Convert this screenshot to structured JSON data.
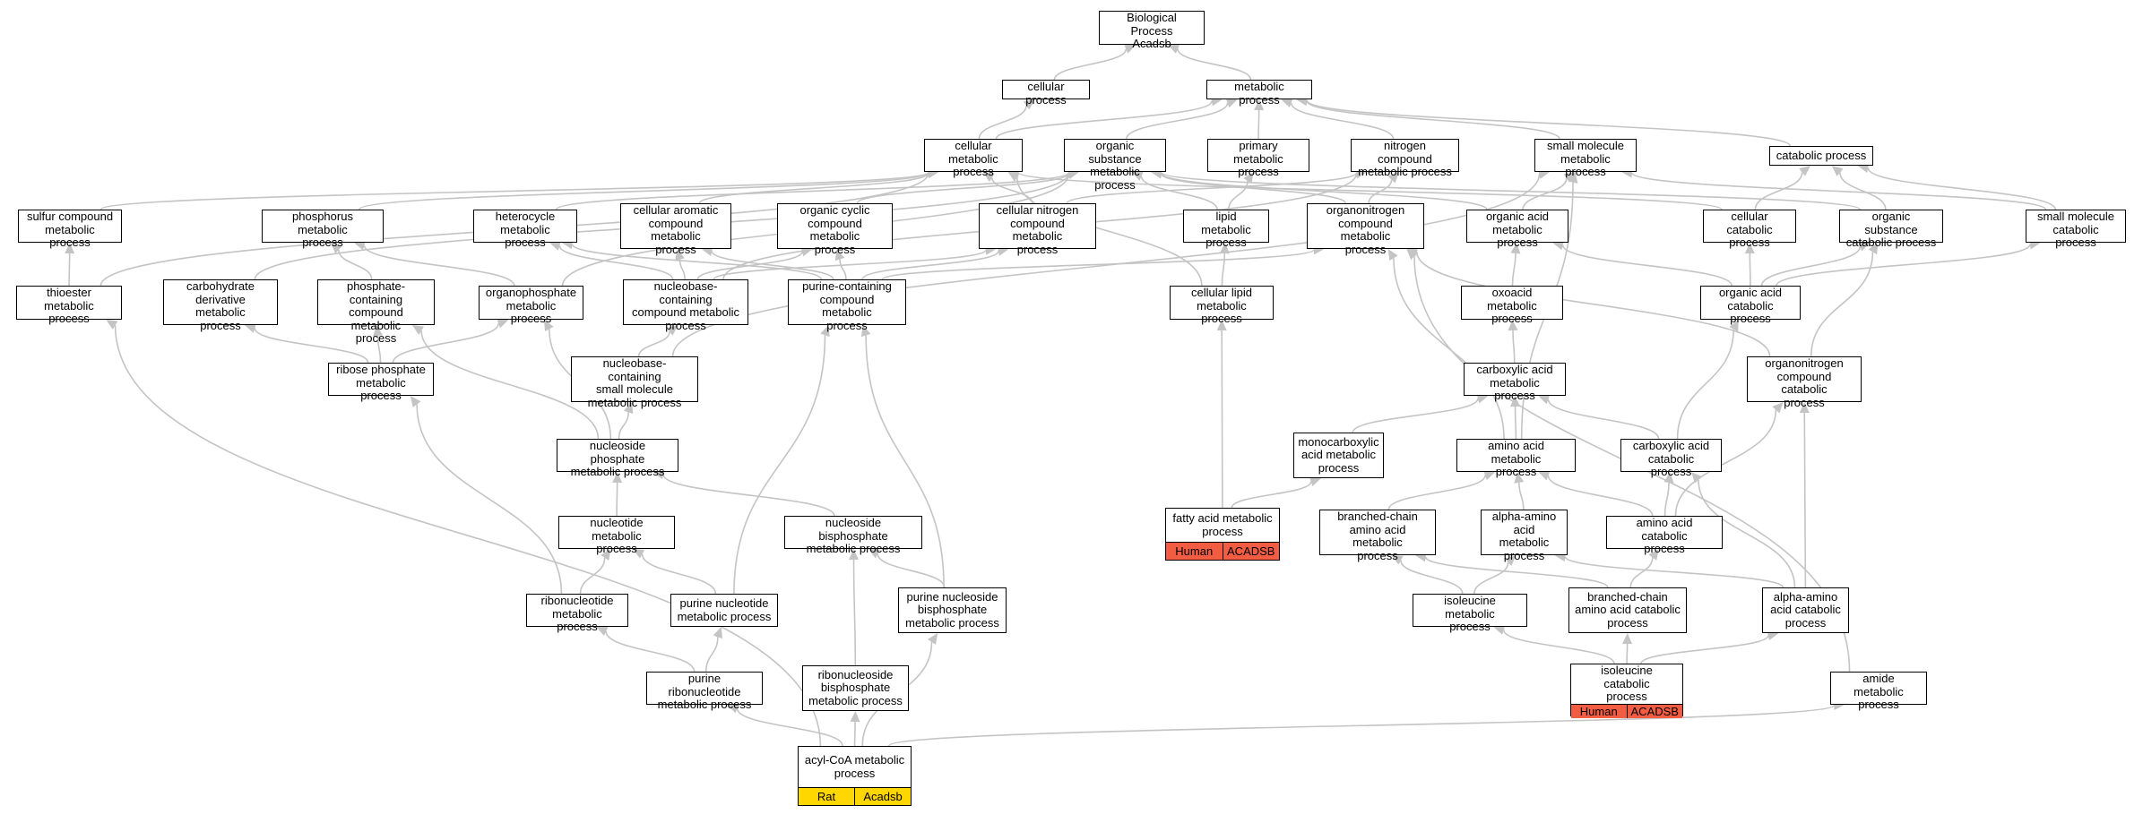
{
  "graph": {
    "colors": {
      "edge": "#c4c4c4",
      "human_annotation": "#f25c43",
      "rat_annotation": "#ffd700",
      "node_border": "#000000"
    },
    "nodes": [
      {
        "id": "root",
        "label": "Biological Process\nAcadsb"
      },
      {
        "id": "cellular_process",
        "label": "cellular process"
      },
      {
        "id": "metabolic_process",
        "label": "metabolic process"
      },
      {
        "id": "cellular_metabolic",
        "label": "cellular metabolic\nprocess"
      },
      {
        "id": "organic_substance_metabolic",
        "label": "organic substance\nmetabolic process"
      },
      {
        "id": "primary_metabolic",
        "label": "primary metabolic\nprocess"
      },
      {
        "id": "nitrogen_compound_metabolic",
        "label": "nitrogen compound\nmetabolic process"
      },
      {
        "id": "small_molecule_metabolic",
        "label": "small molecule\nmetabolic process"
      },
      {
        "id": "catabolic_process",
        "label": "catabolic process"
      },
      {
        "id": "sulfur_compound",
        "label": "sulfur compound\nmetabolic process"
      },
      {
        "id": "phosphorus_metabolic",
        "label": "phosphorus metabolic\nprocess"
      },
      {
        "id": "heterocycle_metabolic",
        "label": "heterocycle\nmetabolic process"
      },
      {
        "id": "cellular_aromatic",
        "label": "cellular aromatic\ncompound metabolic\nprocess"
      },
      {
        "id": "organic_cyclic",
        "label": "organic cyclic\ncompound metabolic\nprocess"
      },
      {
        "id": "cellular_nitrogen",
        "label": "cellular nitrogen\ncompound metabolic\nprocess"
      },
      {
        "id": "lipid_metabolic",
        "label": "lipid metabolic\nprocess"
      },
      {
        "id": "organonitrogen_metabolic",
        "label": "organonitrogen\ncompound metabolic\nprocess"
      },
      {
        "id": "organic_acid_metabolic",
        "label": "organic acid\nmetabolic process"
      },
      {
        "id": "cellular_catabolic",
        "label": "cellular catabolic\nprocess"
      },
      {
        "id": "organic_substance_catabolic",
        "label": "organic substance\ncatabolic process"
      },
      {
        "id": "small_molecule_catabolic",
        "label": "small molecule\ncatabolic process"
      },
      {
        "id": "thioester_metabolic",
        "label": "thioester metabolic\nprocess"
      },
      {
        "id": "carbohydrate_derivative",
        "label": "carbohydrate\nderivative metabolic\nprocess"
      },
      {
        "id": "phosphate_containing",
        "label": "phosphate-containing\ncompound metabolic\nprocess"
      },
      {
        "id": "organophosphate",
        "label": "organophosphate\nmetabolic process"
      },
      {
        "id": "nucleobase_containing",
        "label": "nucleobase-containing\ncompound metabolic\nprocess"
      },
      {
        "id": "purine_containing",
        "label": "purine-containing\ncompound metabolic\nprocess"
      },
      {
        "id": "cellular_lipid",
        "label": "cellular lipid\nmetabolic process"
      },
      {
        "id": "oxoacid_metabolic",
        "label": "oxoacid metabolic\nprocess"
      },
      {
        "id": "organic_acid_catabolic",
        "label": "organic acid\ncatabolic process"
      },
      {
        "id": "ribose_phosphate",
        "label": "ribose phosphate\nmetabolic process"
      },
      {
        "id": "nucleobase_small_molecule",
        "label": "nucleobase-containing\nsmall molecule\nmetabolic process"
      },
      {
        "id": "carboxylic_acid_metabolic",
        "label": "carboxylic acid\nmetabolic process"
      },
      {
        "id": "organonitrogen_catabolic",
        "label": "organonitrogen\ncompound catabolic\nprocess"
      },
      {
        "id": "nucleoside_phosphate",
        "label": "nucleoside phosphate\nmetabolic process"
      },
      {
        "id": "monocarboxylic_acid",
        "label": "monocarboxylic\nacid metabolic\nprocess"
      },
      {
        "id": "amino_acid_metabolic",
        "label": "amino acid metabolic\nprocess"
      },
      {
        "id": "carboxylic_acid_catabolic",
        "label": "carboxylic acid\ncatabolic process"
      },
      {
        "id": "nucleotide_metabolic",
        "label": "nucleotide metabolic\nprocess"
      },
      {
        "id": "nucleoside_bisphosphate",
        "label": "nucleoside bisphosphate\nmetabolic process"
      },
      {
        "id": "fatty_acid_metabolic",
        "label": "fatty acid metabolic\nprocess",
        "annotations": [
          "Human",
          "ACADSB"
        ],
        "annotation_color": "#f25c43"
      },
      {
        "id": "branched_chain_metabolic",
        "label": "branched-chain\namino acid metabolic\nprocess"
      },
      {
        "id": "alpha_amino_metabolic",
        "label": "alpha-amino\nacid metabolic\nprocess"
      },
      {
        "id": "amino_acid_catabolic",
        "label": "amino acid catabolic\nprocess"
      },
      {
        "id": "ribonucleotide_metabolic",
        "label": "ribonucleotide\nmetabolic process"
      },
      {
        "id": "purine_nucleotide",
        "label": "purine nucleotide\nmetabolic process"
      },
      {
        "id": "purine_nucleoside_bisphosphate",
        "label": "purine nucleoside\nbisphosphate\nmetabolic process"
      },
      {
        "id": "isoleucine_metabolic",
        "label": "isoleucine metabolic\nprocess"
      },
      {
        "id": "branched_chain_catabolic",
        "label": "branched-chain\namino acid catabolic\nprocess"
      },
      {
        "id": "alpha_amino_catabolic",
        "label": "alpha-amino\nacid catabolic\nprocess"
      },
      {
        "id": "purine_ribonucleotide",
        "label": "purine ribonucleotide\nmetabolic process"
      },
      {
        "id": "ribonucleoside_bisphosphate",
        "label": "ribonucleoside\nbisphosphate\nmetabolic process"
      },
      {
        "id": "isoleucine_catabolic",
        "label": "isoleucine catabolic\nprocess",
        "annotations": [
          "Human",
          "ACADSB"
        ],
        "annotation_color": "#f25c43"
      },
      {
        "id": "amide_metabolic",
        "label": "amide metabolic\nprocess"
      },
      {
        "id": "acyl_coa_metabolic",
        "label": "acyl-CoA metabolic\nprocess",
        "annotations": [
          "Rat",
          "Acadsb"
        ],
        "annotation_color": "#ffd700"
      }
    ],
    "edges": [
      [
        "cellular_process",
        "root"
      ],
      [
        "metabolic_process",
        "root"
      ],
      [
        "cellular_metabolic",
        "cellular_process"
      ],
      [
        "cellular_metabolic",
        "metabolic_process"
      ],
      [
        "organic_substance_metabolic",
        "metabolic_process"
      ],
      [
        "primary_metabolic",
        "metabolic_process"
      ],
      [
        "nitrogen_compound_metabolic",
        "metabolic_process"
      ],
      [
        "small_molecule_metabolic",
        "metabolic_process"
      ],
      [
        "catabolic_process",
        "metabolic_process"
      ],
      [
        "sulfur_compound",
        "cellular_metabolic"
      ],
      [
        "phosphorus_metabolic",
        "cellular_metabolic"
      ],
      [
        "heterocycle_metabolic",
        "organic_substance_metabolic"
      ],
      [
        "cellular_aromatic",
        "cellular_metabolic"
      ],
      [
        "organic_cyclic",
        "organic_substance_metabolic"
      ],
      [
        "cellular_nitrogen",
        "cellular_metabolic"
      ],
      [
        "cellular_nitrogen",
        "nitrogen_compound_metabolic"
      ],
      [
        "lipid_metabolic",
        "organic_substance_metabolic"
      ],
      [
        "lipid_metabolic",
        "primary_metabolic"
      ],
      [
        "organonitrogen_metabolic",
        "organic_substance_metabolic"
      ],
      [
        "organonitrogen_metabolic",
        "nitrogen_compound_metabolic"
      ],
      [
        "organic_acid_metabolic",
        "small_molecule_metabolic"
      ],
      [
        "organic_acid_metabolic",
        "organic_substance_metabolic"
      ],
      [
        "cellular_catabolic",
        "catabolic_process"
      ],
      [
        "cellular_catabolic",
        "cellular_metabolic"
      ],
      [
        "organic_substance_catabolic",
        "catabolic_process"
      ],
      [
        "organic_substance_catabolic",
        "organic_substance_metabolic"
      ],
      [
        "small_molecule_catabolic",
        "catabolic_process"
      ],
      [
        "small_molecule_catabolic",
        "small_molecule_metabolic"
      ],
      [
        "thioester_metabolic",
        "sulfur_compound"
      ],
      [
        "thioester_metabolic",
        "cellular_metabolic"
      ],
      [
        "carbohydrate_derivative",
        "organic_substance_metabolic"
      ],
      [
        "phosphate_containing",
        "phosphorus_metabolic"
      ],
      [
        "organophosphate",
        "phosphorus_metabolic"
      ],
      [
        "organophosphate",
        "organic_substance_metabolic"
      ],
      [
        "nucleobase_containing",
        "heterocycle_metabolic"
      ],
      [
        "nucleobase_containing",
        "cellular_aromatic"
      ],
      [
        "nucleobase_containing",
        "organic_cyclic"
      ],
      [
        "nucleobase_containing",
        "cellular_nitrogen"
      ],
      [
        "nucleobase_containing",
        "nitrogen_compound_metabolic"
      ],
      [
        "purine_containing",
        "heterocycle_metabolic"
      ],
      [
        "purine_containing",
        "cellular_aromatic"
      ],
      [
        "purine_containing",
        "organic_cyclic"
      ],
      [
        "purine_containing",
        "cellular_nitrogen"
      ],
      [
        "purine_containing",
        "organonitrogen_metabolic"
      ],
      [
        "cellular_lipid",
        "lipid_metabolic"
      ],
      [
        "cellular_lipid",
        "cellular_metabolic"
      ],
      [
        "oxoacid_metabolic",
        "organic_acid_metabolic"
      ],
      [
        "organic_acid_catabolic",
        "organic_acid_metabolic"
      ],
      [
        "organic_acid_catabolic",
        "cellular_catabolic"
      ],
      [
        "organic_acid_catabolic",
        "organic_substance_catabolic"
      ],
      [
        "organic_acid_catabolic",
        "small_molecule_catabolic"
      ],
      [
        "ribose_phosphate",
        "carbohydrate_derivative"
      ],
      [
        "ribose_phosphate",
        "phosphate_containing"
      ],
      [
        "ribose_phosphate",
        "organophosphate"
      ],
      [
        "nucleobase_small_molecule",
        "nucleobase_containing"
      ],
      [
        "nucleobase_small_molecule",
        "small_molecule_metabolic"
      ],
      [
        "carboxylic_acid_metabolic",
        "oxoacid_metabolic"
      ],
      [
        "organonitrogen_catabolic",
        "organonitrogen_metabolic"
      ],
      [
        "organonitrogen_catabolic",
        "organic_substance_catabolic"
      ],
      [
        "nucleoside_phosphate",
        "nucleobase_small_molecule"
      ],
      [
        "nucleoside_phosphate",
        "organophosphate"
      ],
      [
        "nucleoside_phosphate",
        "phosphate_containing"
      ],
      [
        "monocarboxylic_acid",
        "carboxylic_acid_metabolic"
      ],
      [
        "amino_acid_metabolic",
        "carboxylic_acid_metabolic"
      ],
      [
        "amino_acid_metabolic",
        "organonitrogen_metabolic"
      ],
      [
        "amino_acid_metabolic",
        "small_molecule_metabolic"
      ],
      [
        "carboxylic_acid_catabolic",
        "carboxylic_acid_metabolic"
      ],
      [
        "carboxylic_acid_catabolic",
        "organic_acid_catabolic"
      ],
      [
        "nucleotide_metabolic",
        "nucleoside_phosphate"
      ],
      [
        "nucleoside_bisphosphate",
        "nucleoside_phosphate"
      ],
      [
        "fatty_acid_metabolic",
        "monocarboxylic_acid"
      ],
      [
        "fatty_acid_metabolic",
        "cellular_lipid"
      ],
      [
        "branched_chain_metabolic",
        "amino_acid_metabolic"
      ],
      [
        "alpha_amino_metabolic",
        "amino_acid_metabolic"
      ],
      [
        "amino_acid_catabolic",
        "amino_acid_metabolic"
      ],
      [
        "amino_acid_catabolic",
        "carboxylic_acid_catabolic"
      ],
      [
        "amino_acid_catabolic",
        "organonitrogen_catabolic"
      ],
      [
        "ribonucleotide_metabolic",
        "nucleotide_metabolic"
      ],
      [
        "ribonucleotide_metabolic",
        "ribose_phosphate"
      ],
      [
        "purine_nucleotide",
        "nucleotide_metabolic"
      ],
      [
        "purine_nucleotide",
        "purine_containing"
      ],
      [
        "purine_nucleoside_bisphosphate",
        "nucleoside_bisphosphate"
      ],
      [
        "purine_nucleoside_bisphosphate",
        "purine_containing"
      ],
      [
        "isoleucine_metabolic",
        "branched_chain_metabolic"
      ],
      [
        "isoleucine_metabolic",
        "alpha_amino_metabolic"
      ],
      [
        "branched_chain_catabolic",
        "branched_chain_metabolic"
      ],
      [
        "branched_chain_catabolic",
        "amino_acid_catabolic"
      ],
      [
        "alpha_amino_catabolic",
        "alpha_amino_metabolic"
      ],
      [
        "alpha_amino_catabolic",
        "carboxylic_acid_catabolic"
      ],
      [
        "alpha_amino_catabolic",
        "organonitrogen_catabolic"
      ],
      [
        "purine_ribonucleotide",
        "ribonucleotide_metabolic"
      ],
      [
        "purine_ribonucleotide",
        "purine_nucleotide"
      ],
      [
        "ribonucleoside_bisphosphate",
        "nucleoside_bisphosphate"
      ],
      [
        "isoleucine_catabolic",
        "isoleucine_metabolic"
      ],
      [
        "isoleucine_catabolic",
        "branched_chain_catabolic"
      ],
      [
        "isoleucine_catabolic",
        "alpha_amino_catabolic"
      ],
      [
        "amide_metabolic",
        "organonitrogen_metabolic"
      ],
      [
        "acyl_coa_metabolic",
        "purine_ribonucleotide"
      ],
      [
        "acyl_coa_metabolic",
        "ribonucleoside_bisphosphate"
      ],
      [
        "acyl_coa_metabolic",
        "purine_nucleoside_bisphosphate"
      ],
      [
        "acyl_coa_metabolic",
        "thioester_metabolic"
      ],
      [
        "acyl_coa_metabolic",
        "amide_metabolic"
      ]
    ]
  }
}
